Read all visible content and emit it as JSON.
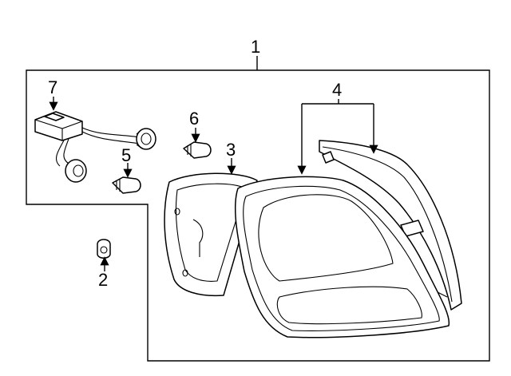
{
  "diagram": {
    "callouts": {
      "c1": "1",
      "c2": "2",
      "c3": "3",
      "c4": "4",
      "c5": "5",
      "c6": "6",
      "c7": "7"
    }
  },
  "colors": {
    "line": "#000000",
    "background": "#ffffff"
  }
}
